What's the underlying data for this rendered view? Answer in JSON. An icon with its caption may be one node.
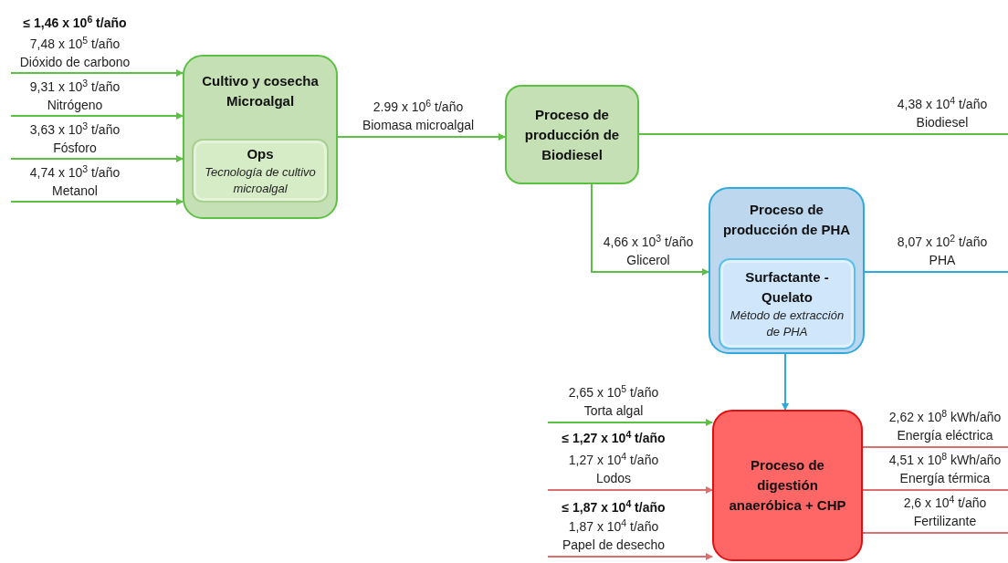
{
  "diagram": {
    "nodes": [
      {
        "text": [
          "Cultivo y cosecha Microalgal"
        ]
      },
      {
        "text": [
          "Ops",
          "Tecnología de cultivo microalgal"
        ],
        "in": 0
      },
      {
        "text": [
          "Proceso de producción de Biodiesel"
        ]
      },
      {
        "text": [
          "Proceso de producción de PHA"
        ]
      },
      {
        "text": [
          "Surfactante - Quelato",
          "Método de extracción de PHA"
        ],
        "in": 3
      },
      {
        "text": [
          "Proceso de digestión anaeróbica + CHP"
        ]
      }
    ],
    "edges": [
      {
        "from": null,
        "to": 0,
        "arrow": "to",
        "label": "7,48 x 10$^{5}$ t/año Dióxido de carbono"
      },
      {
        "from": null,
        "to": 0,
        "arrow": "to",
        "label": "9,31 x 10$^{3}$ t/año Nitrógeno"
      },
      {
        "from": null,
        "to": 0,
        "arrow": "to",
        "label": "3,63 x 10$^{3}$ t/año Fósforo"
      },
      {
        "from": null,
        "to": 0,
        "arrow": "to",
        "label": "4,74 x 10$^{3}$ t/año Metanol"
      },
      {
        "from": 0,
        "to": 2,
        "arrow": "to",
        "label": "2.99 x 10$^{6}$ t/año Biomasa microalgal"
      },
      {
        "from": 2,
        "to": null,
        "arrow": "none",
        "label": "4,38 x 10$^{4}$ t/año Biodiesel"
      },
      {
        "from": 2,
        "to": 3,
        "arrow": "to",
        "label": "4,66 x 10$^{3}$ t/año Glicerol"
      },
      {
        "from": 3,
        "to": null,
        "arrow": "none",
        "label": "8,07 x 10$^{2}$ t/año PHA",
        "color": "#2fa8dc"
      },
      {
        "from": 3,
        "to": 5,
        "arrow": "to",
        "color": "#2fa8dc"
      },
      {
        "from": null,
        "to": 5,
        "arrow": "to",
        "label": "2,65 x 10$^{5}$ t/año Torta algal"
      },
      {
        "from": null,
        "to": 5,
        "arrow": "to",
        "label": "1,27 x 10$^{4}$ t/año Lodos",
        "color": "#d9706d"
      },
      {
        "from": null,
        "to": 5,
        "arrow": "to",
        "label": "1,87 x 10$^{4}$ t/año Papel de desecho",
        "color": "#d9706d"
      },
      {
        "from": 5,
        "to": null,
        "arrow": "none",
        "label": "2,62 x 10$^{8}$ kWh/año Energía eléctrica",
        "color": "#d9706d"
      },
      {
        "from": 5,
        "to": null,
        "arrow": "none",
        "label": "4,51 x 10$^{8}$ kWh/año Energía térmica",
        "color": "#d9706d"
      },
      {
        "from": 5,
        "to": null,
        "arrow": "none",
        "label": "2,6 x 10$^{4}$ t/año Fertilizante",
        "color": "#d9706d"
      }
    ],
    "labels": [
      "≤ 1,46 x 10$^{6}$ t/año",
      "≤ 1,27 x 10$^{4}$ t/año",
      "≤ 1,87 x 10$^{4}$ t/año"
    ]
  }
}
